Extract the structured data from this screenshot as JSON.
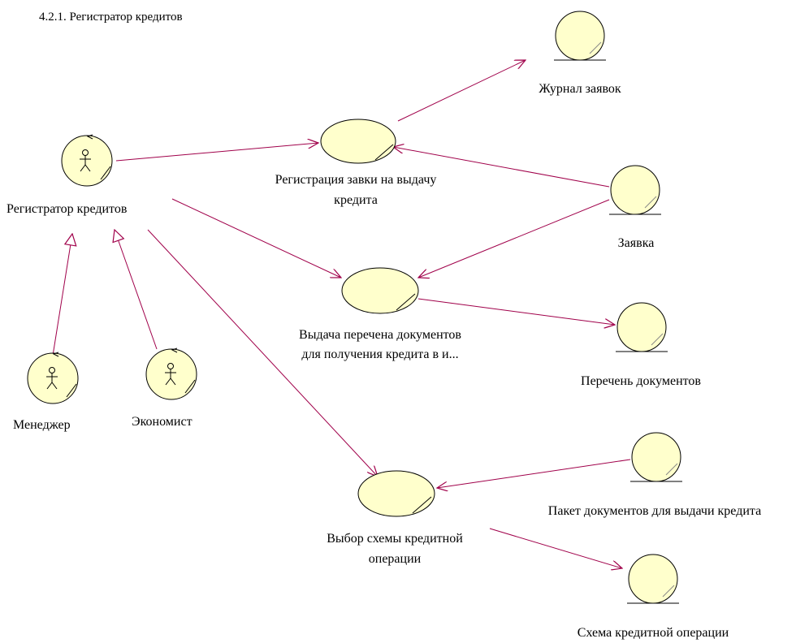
{
  "title": "4.2.1. Регистратор кредитов",
  "colors": {
    "fill": "#ffffcc",
    "stroke": "#000000",
    "line": "#a0004a",
    "shadow": "#888888"
  },
  "actors": {
    "registrar": {
      "label": "Регистратор кредитов",
      "icon": "actor-stick-figure-icon"
    },
    "manager": {
      "label": "Менеджер",
      "icon": "actor-stick-figure-icon"
    },
    "economist": {
      "label": "Экономист",
      "icon": "actor-stick-figure-icon"
    }
  },
  "use_cases": {
    "registration": {
      "label_lines": [
        "Регистрация завки на выдачу",
        "кредита"
      ]
    },
    "documents": {
      "label_lines": [
        "Выдача перечена документов",
        "для получения кредита в и..."
      ]
    },
    "scheme": {
      "label_lines": [
        "Выбор схемы кредитной",
        "операции"
      ]
    }
  },
  "entities": {
    "journal": {
      "label": "Журнал заявок",
      "icon": "entity-icon"
    },
    "application": {
      "label": "Заявка",
      "icon": "entity-icon"
    },
    "doc_list": {
      "label": "Перечень документов",
      "icon": "entity-icon"
    },
    "package": {
      "label": "Пакет документов для выдачи кредита",
      "icon": "entity-icon"
    },
    "credit_scheme": {
      "label": "Схема кредитной операции",
      "icon": "entity-icon"
    }
  },
  "relationships": [
    {
      "from": "registrar",
      "to": "registration",
      "kind": "association"
    },
    {
      "from": "registrar",
      "to": "documents",
      "kind": "association"
    },
    {
      "from": "registrar",
      "to": "scheme",
      "kind": "association"
    },
    {
      "from": "registration",
      "to": "journal",
      "kind": "association"
    },
    {
      "from": "application",
      "to": "registration",
      "kind": "association"
    },
    {
      "from": "application",
      "to": "documents",
      "kind": "association"
    },
    {
      "from": "documents",
      "to": "doc_list",
      "kind": "association"
    },
    {
      "from": "package",
      "to": "scheme",
      "kind": "association"
    },
    {
      "from": "scheme",
      "to": "credit_scheme",
      "kind": "association"
    },
    {
      "from": "manager",
      "to": "registrar",
      "kind": "generalization"
    },
    {
      "from": "economist",
      "to": "registrar",
      "kind": "generalization"
    }
  ]
}
